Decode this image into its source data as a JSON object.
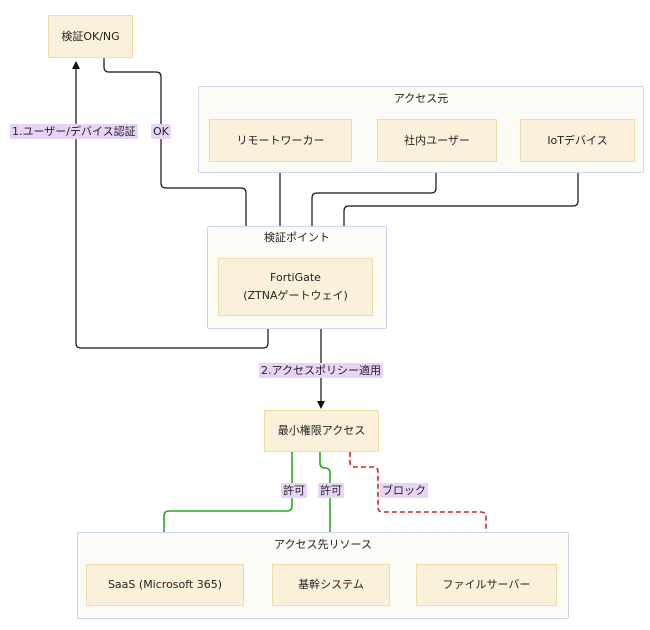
{
  "nodes": {
    "verify_result": "検証OK/NG",
    "fortigate_line1": "FortiGate",
    "fortigate_line2": "(ZTNAゲートウェイ)",
    "least_privilege": "最小権限アクセス"
  },
  "groups": {
    "source": {
      "title": "アクセス元",
      "items": [
        "リモートワーカー",
        "社内ユーザー",
        "IoTデバイス"
      ]
    },
    "checkpoint": {
      "title": "検証ポイント"
    },
    "destination": {
      "title": "アクセス先リソース",
      "items": [
        "SaaS (Microsoft 365)",
        "基幹システム",
        "ファイルサーバー"
      ]
    }
  },
  "edge_labels": {
    "auth": "1.ユーザー/デバイス認証",
    "ok": "OK",
    "policy": "2.アクセスポリシー適用",
    "allow_saas": "許可",
    "allow_core": "許可",
    "block": "ブロック"
  },
  "colors": {
    "edge": "#111111",
    "allow": "#2aa62a",
    "block": "#c62828",
    "label_bg": "#e9d4f7",
    "node_fill": "#fbf1da",
    "group_border": "#c9d8ee"
  }
}
